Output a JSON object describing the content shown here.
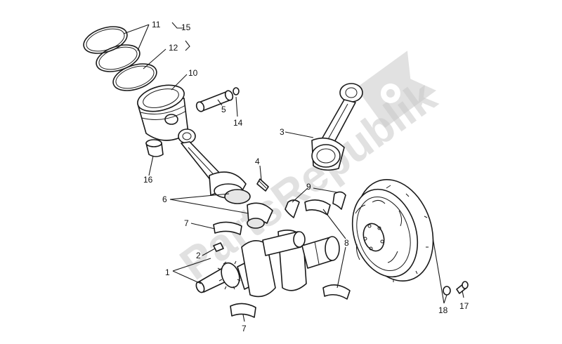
{
  "watermark": {
    "text": "PartsRepublik",
    "logo": "gear-flag-logo"
  },
  "callouts": {
    "c1": "1",
    "c2": "2",
    "c3": "3",
    "c4": "4",
    "c5": "5",
    "c6": "6",
    "c7a": "7",
    "c7b": "7",
    "c8": "8",
    "c9": "9",
    "c10": "10",
    "c11": "11",
    "c12": "12",
    "c14": "14",
    "c15": "15",
    "c16": "16",
    "c17": "17",
    "c18": "18"
  }
}
